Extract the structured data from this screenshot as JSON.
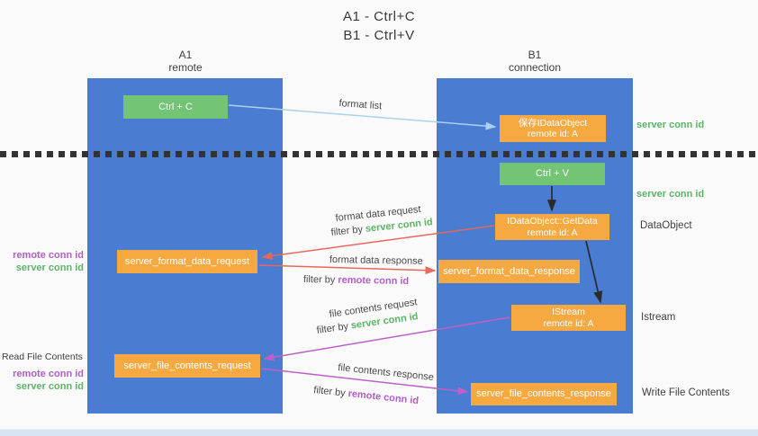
{
  "title": {
    "line1": "A1 - Ctrl+C",
    "line2": "B1 - Ctrl+V"
  },
  "lanes": {
    "left": {
      "id": "A1",
      "name": "remote"
    },
    "right": {
      "id": "B1",
      "name": "connection"
    }
  },
  "nodes": {
    "ctrl_c": {
      "label": "Ctrl + C"
    },
    "save_idataobject": {
      "line1": "保存IDataObject",
      "line2": "remote id: A"
    },
    "ctrl_v": {
      "label": "Ctrl + V"
    },
    "getdata": {
      "line1": "IDataObject::GetData",
      "line2": "remote id: A"
    },
    "format_data_request": {
      "label": "server_format_data_request"
    },
    "format_data_response": {
      "label": "server_format_data_response"
    },
    "istream": {
      "line1": "IStream",
      "line2": "remote id: A"
    },
    "file_contents_request": {
      "label": "server_file_contents_request"
    },
    "file_contents_response": {
      "label": "server_file_contents_response"
    }
  },
  "edge_labels": {
    "format_list": "format list",
    "format_data_request": "format data request",
    "format_data_response": "format data response",
    "file_contents_request": "file contents request",
    "file_contents_response": "file contents response",
    "filter_by": "filter by",
    "server_conn_id": "server conn id",
    "remote_conn_id": "remote conn id"
  },
  "side_labels": {
    "server_conn_id_top": "server conn id",
    "server_conn_id_mid": "server conn id",
    "dataobject": "DataObject",
    "istream": "Istream",
    "write_file_contents": "Write File Contents",
    "read_file_contents": "Read File Contents",
    "remote_conn_id": "remote conn id",
    "server_conn_id": "server conn id"
  },
  "colors": {
    "lane_blue": "#4a7dd1",
    "node_green": "#74c475",
    "node_orange": "#f7a941",
    "arrow_red": "#e8685c",
    "arrow_magenta": "#c05fc9",
    "arrow_lightblue": "#a9d2ee",
    "arrow_black": "#2b2b2b",
    "text_green": "#5cb567",
    "text_purple": "#b05fc8",
    "text_dark": "#3f3f3f"
  }
}
